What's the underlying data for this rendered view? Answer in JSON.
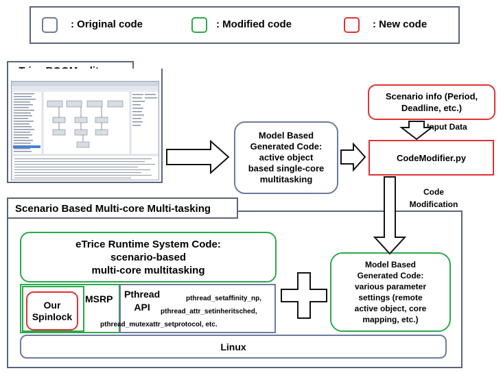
{
  "legend": {
    "original": ": Original code",
    "modified": ": Modified code",
    "new": ": New code",
    "colors": {
      "original": "#6d7a9c",
      "modified": "#2aa84a",
      "new": "#e03030"
    }
  },
  "editor": {
    "title": "eTrice ROOM editor"
  },
  "model_code_single": {
    "lines": [
      "Model Based",
      "Generated Code:",
      "active object",
      "based single-core",
      "multitasking"
    ]
  },
  "scenario_info": {
    "lines": [
      "Scenario info (Period,",
      "Deadline, etc.)"
    ]
  },
  "input_data_label": "Input Data",
  "code_modifier": "CodeModifier.py",
  "code_modification_label": [
    "Code",
    "Modification"
  ],
  "scenario_section": {
    "title": "Scenario Based Multi-core Multi-tasking"
  },
  "runtime": {
    "lines": [
      "eTrice Runtime System Code:",
      "scenario-based",
      "multi-core multitasking"
    ]
  },
  "spinlock": [
    "Our",
    "Spinlock"
  ],
  "msrp": "MSRP",
  "pthread": {
    "title": [
      "Pthread",
      "API"
    ],
    "items": [
      "pthread_setaffinity_np,",
      "pthread_attr_setinheritsched,",
      "pthread_mutexattr_setprotocol, etc."
    ]
  },
  "model_code_multi": {
    "lines": [
      "Model Based",
      "Generated Code:",
      "various parameter",
      "settings (remote",
      "active object, core",
      "mapping, etc.)"
    ]
  },
  "linux": "Linux"
}
